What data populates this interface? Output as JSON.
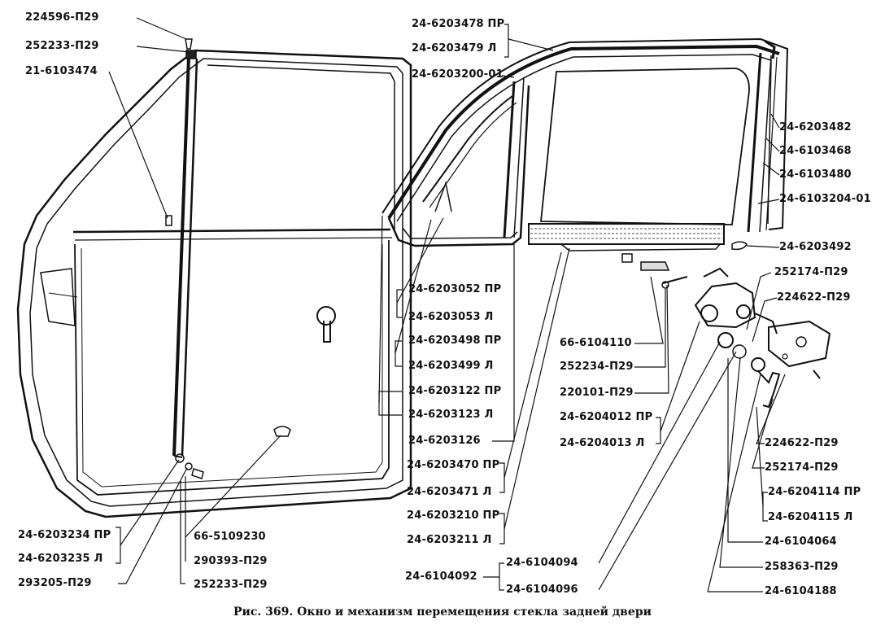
{
  "caption": "Рис. 369. Окно и механизм перемещения стекла задней двери",
  "labels": {
    "l1": "224596-П29",
    "l2": "252233-П29",
    "l3": "21-6103474",
    "l4": "24-6203478 ПР",
    "l5": "24-6203479 Л",
    "l6": "24-6203200-01",
    "l7": "24-6203482",
    "l8": "24-6103468",
    "l9": "24-6103480",
    "l10": "24-6103204-01",
    "l11": "24-6203492",
    "l12": "252174-П29",
    "l13": "224622-П29",
    "l14": "24-6203052 ПР",
    "l15": "24-6203053 Л",
    "l16": "24-6203498 ПР",
    "l17": "24-6203499 Л",
    "l18": "66-6104110",
    "l19": "252234-П29",
    "l20": "220101-П29",
    "l21": "24-6203122 ПР",
    "l22": "24-6203123 Л",
    "l23": "24-6204012 ПР",
    "l24": "24-6204013 Л",
    "l25": "24-6203126",
    "l26": "224622-П29",
    "l27": "252174-П29",
    "l28": "24-6203470 ПР",
    "l29": "24-6203471 Л",
    "l30": "24-6204114 ПР",
    "l31": "24-6204115 Л",
    "l32": "24-6203210 ПР",
    "l33": "24-6203211 Л",
    "l34": "24-6104064",
    "l35": "24-6203234 ПР",
    "l36": "66-5109230",
    "l37": "24-6203235 Л",
    "l38": "290393-П29",
    "l39": "258363-П29",
    "l40": "24-6104094",
    "l41": "24-6104092",
    "l42": "293205-П29",
    "l43": "252233-П29",
    "l44": "24-6104096",
    "l45": "24-6104188"
  }
}
